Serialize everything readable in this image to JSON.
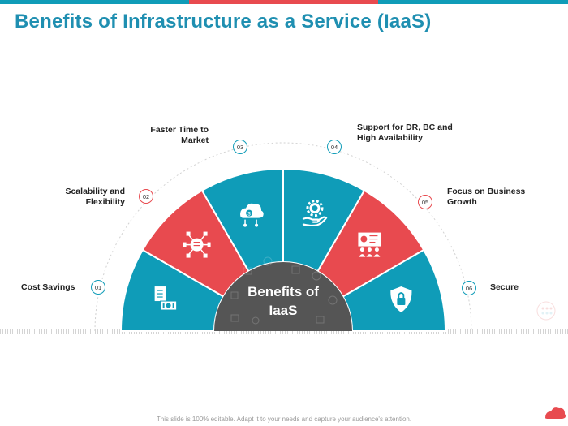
{
  "title": "Benefits of Infrastructure as a Service (IaaS)",
  "center_label": {
    "line1": "Benefits of",
    "line2": "IaaS"
  },
  "benefits": [
    {
      "number": "01",
      "label_lines": [
        "Cost Savings"
      ],
      "icon": "money-bills-icon",
      "color": "#0f9cb8"
    },
    {
      "number": "02",
      "label_lines": [
        "Scalability and",
        "Flexibility"
      ],
      "icon": "scalability-network-icon",
      "color": "#e84a4f"
    },
    {
      "number": "03",
      "label_lines": [
        "Faster Time to",
        "Market"
      ],
      "icon": "cloud-money-icon",
      "color": "#0f9cb8"
    },
    {
      "number": "04",
      "label_lines": [
        "Support for DR, BC and",
        "High Availability"
      ],
      "icon": "gear-hand-icon",
      "color": "#0f9cb8"
    },
    {
      "number": "05",
      "label_lines": [
        "Focus on Business",
        "Growth"
      ],
      "icon": "presentation-board-icon",
      "color": "#e84a4f"
    },
    {
      "number": "06",
      "label_lines": [
        "Secure"
      ],
      "icon": "shield-lock-icon",
      "color": "#0f9cb8"
    }
  ],
  "footer": "This slide is 100% editable. Adapt it to your needs and capture your audience's attention.",
  "colors": {
    "teal": "#0f9cb8",
    "red": "#e84a4f",
    "dark": "#555555",
    "title": "#1f8fb1"
  }
}
